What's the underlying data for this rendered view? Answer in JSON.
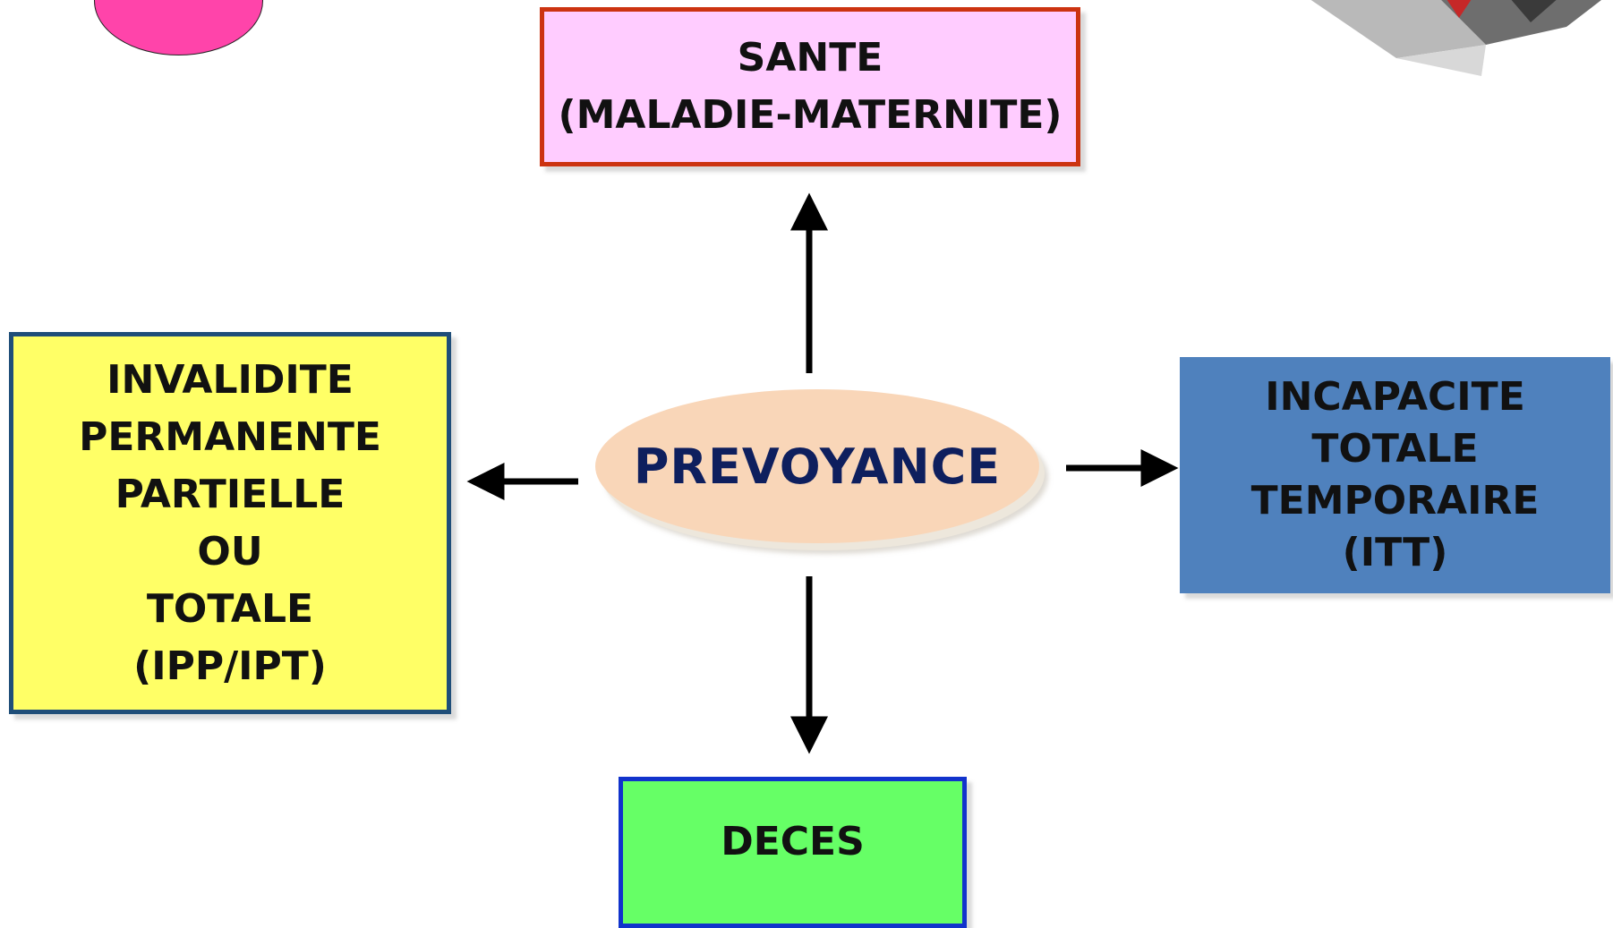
{
  "center": {
    "label": "PREVOYANCE",
    "fill": "#F9D6B8",
    "text_color": "#0E1F5E"
  },
  "boxes": {
    "sante": {
      "label": "SANTE\n(MALADIE-MATERNITE)",
      "fill": "#FFCCFF",
      "border": "#CC3311"
    },
    "invalidite": {
      "label": "INVALIDITE\nPERMANENTE\nPARTIELLE\nOU\nTOTALE\n(IPP/IPT)",
      "fill": "#FFFF66",
      "border": "#1F4E79"
    },
    "itt": {
      "label": "INCAPACITE\nTOTALE\nTEMPORAIRE\n(ITT)",
      "fill": "#4F81BD"
    },
    "deces": {
      "label": "DECES",
      "fill": "#66FF66",
      "border": "#1133CC"
    }
  },
  "decorations": {
    "circle_fill": "#FF44AA"
  }
}
